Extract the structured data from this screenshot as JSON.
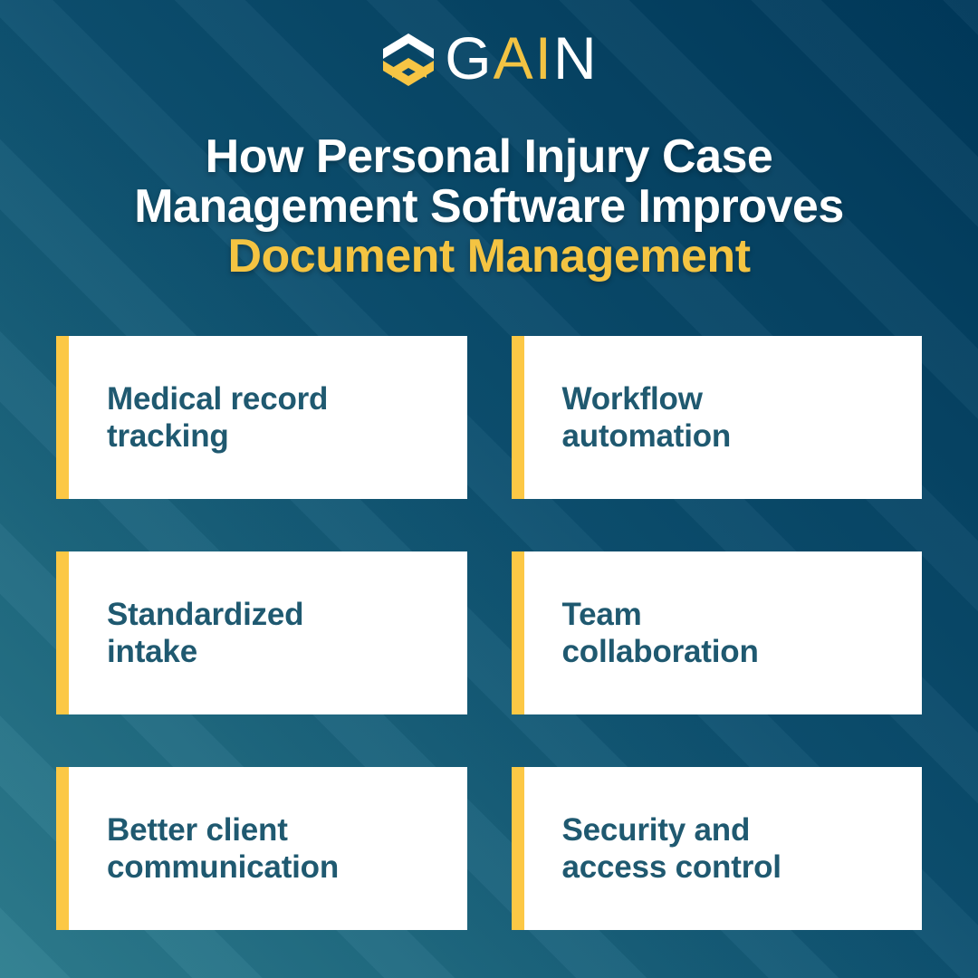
{
  "brand": {
    "name": "GAIN",
    "letters": [
      {
        "char": "G",
        "color": "#FFFFFF"
      },
      {
        "char": "A",
        "color": "#F2C343"
      },
      {
        "char": "I",
        "color": "#F2C343"
      },
      {
        "char": "N",
        "color": "#FFFFFF"
      }
    ],
    "icon": "gain-hexagon-monogram"
  },
  "title": {
    "line1": "How Personal Injury Case",
    "line2": "Management Software Improves",
    "line3": "Document Management"
  },
  "cards": [
    {
      "line1": "Medical record",
      "line2": "tracking"
    },
    {
      "line1": "Workflow",
      "line2": "automation"
    },
    {
      "line1": "Standardized",
      "line2": "intake"
    },
    {
      "line1": "Team",
      "line2": "collaboration"
    },
    {
      "line1": "Better client",
      "line2": "communication"
    },
    {
      "line1": "Security and",
      "line2": "access control"
    }
  ],
  "colors": {
    "background_top_right": "#00395B",
    "background_bottom_left": "#2E7E8F",
    "accent_yellow": "#FCC845",
    "title_yellow": "#F4C442",
    "card_background": "#FFFFFF",
    "card_text": "#1F5970"
  }
}
